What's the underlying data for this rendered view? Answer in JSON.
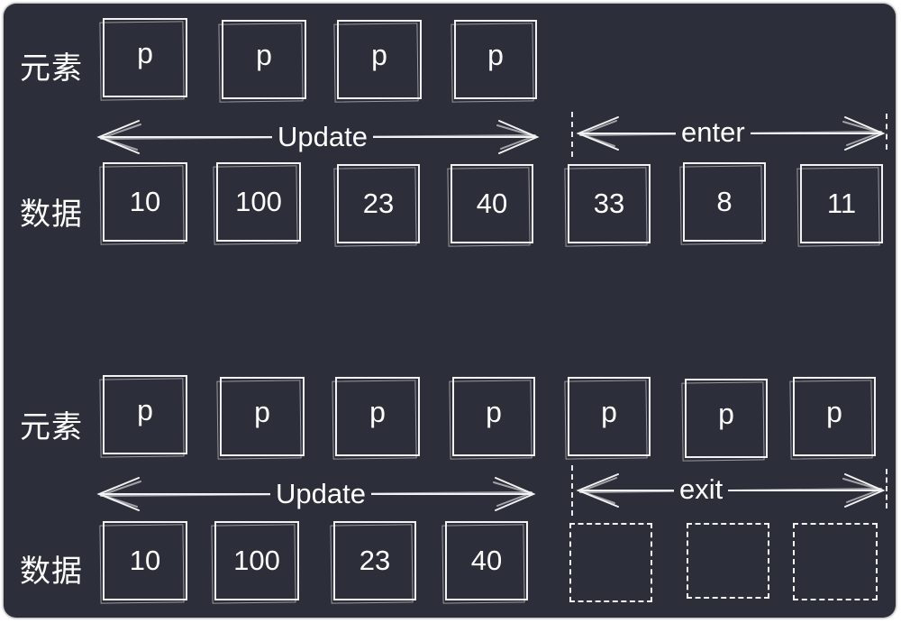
{
  "top": {
    "elements_label": "元素",
    "data_label": "数据",
    "elements": [
      "p",
      "p",
      "p",
      "p"
    ],
    "data": [
      "10",
      "100",
      "23",
      "40",
      "33",
      "8",
      "11"
    ],
    "update_label": "Update",
    "enter_label": "enter"
  },
  "bottom": {
    "elements_label": "元素",
    "data_label": "数据",
    "elements": [
      "p",
      "p",
      "p",
      "p",
      "p",
      "p",
      "p"
    ],
    "data": [
      "10",
      "100",
      "23",
      "40"
    ],
    "update_label": "Update",
    "exit_label": "exit"
  },
  "colors": {
    "background": "#2c2f3a",
    "stroke": "#f2f2f2"
  }
}
